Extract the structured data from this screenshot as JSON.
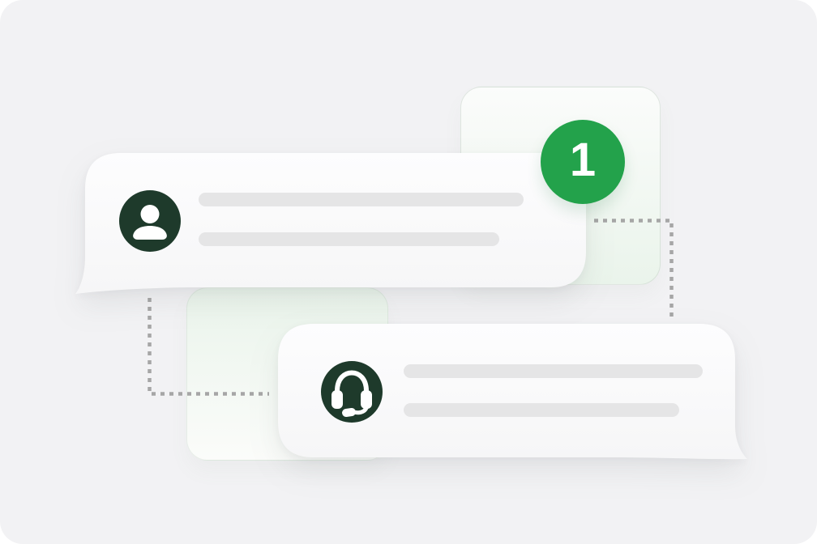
{
  "badge": {
    "count": "1"
  },
  "bubbles": {
    "customer": {
      "icon": "person-icon",
      "placeholder_lines": 2
    },
    "agent": {
      "icon": "headset-icon",
      "placeholder_lines": 2
    }
  },
  "connectors": {
    "style": "dotted",
    "count": 2
  },
  "colors": {
    "background": "#F2F2F4",
    "bubble_top": "#FDFDFE",
    "bubble_bottom": "#F6F6F7",
    "placeholder_line": "#E5E5E6",
    "avatar_green": "#1E3A2B",
    "badge_green": "#23A24B",
    "card_tint_green": "#EAF4EB",
    "connector_gray": "#A6A6A6"
  }
}
